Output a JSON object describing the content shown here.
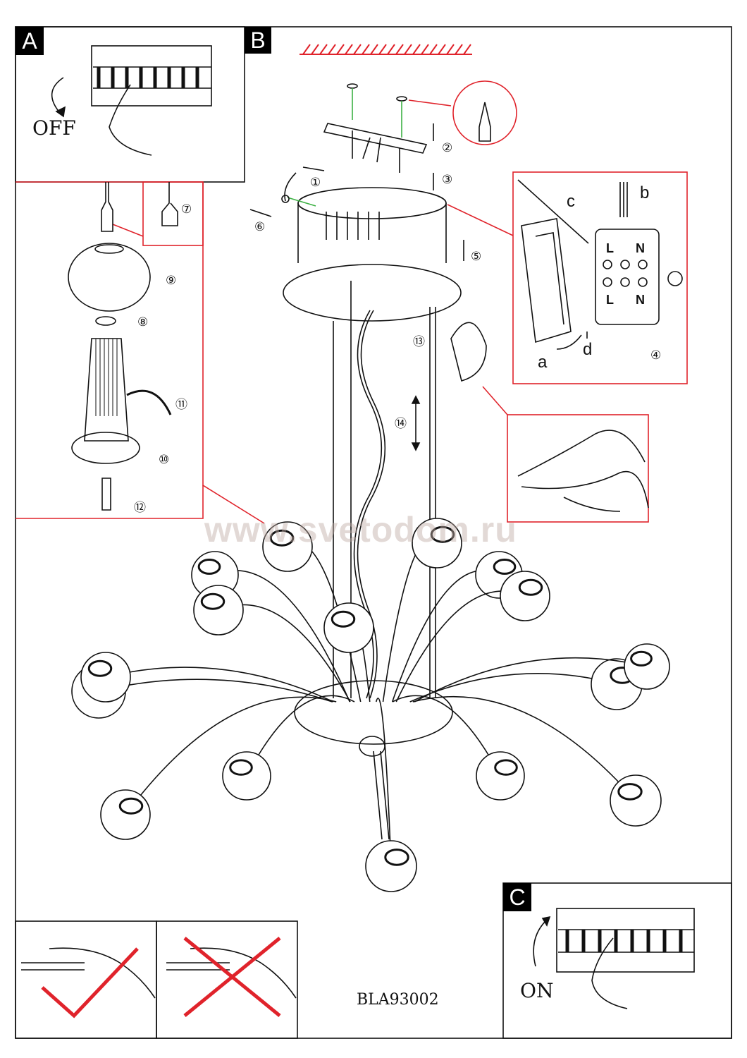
{
  "panels": {
    "a": {
      "label": "A",
      "action": "OFF"
    },
    "b": {
      "label": "B"
    },
    "c": {
      "label": "C",
      "action": "ON"
    }
  },
  "steps": [
    "①",
    "②",
    "③",
    "④",
    "⑤",
    "⑥",
    "⑦",
    "⑧",
    "⑨",
    "⑩",
    "⑪",
    "⑫",
    "⑬",
    "⑭"
  ],
  "wiring": {
    "a": "a",
    "b": "b",
    "c": "c",
    "d": "d",
    "live": "L",
    "neutral": "N"
  },
  "model": "BLA93002",
  "watermark": "www.svetodom.ru",
  "colors": {
    "accent": "#e0232b",
    "line": "#111111",
    "ground": "#3cb043"
  }
}
